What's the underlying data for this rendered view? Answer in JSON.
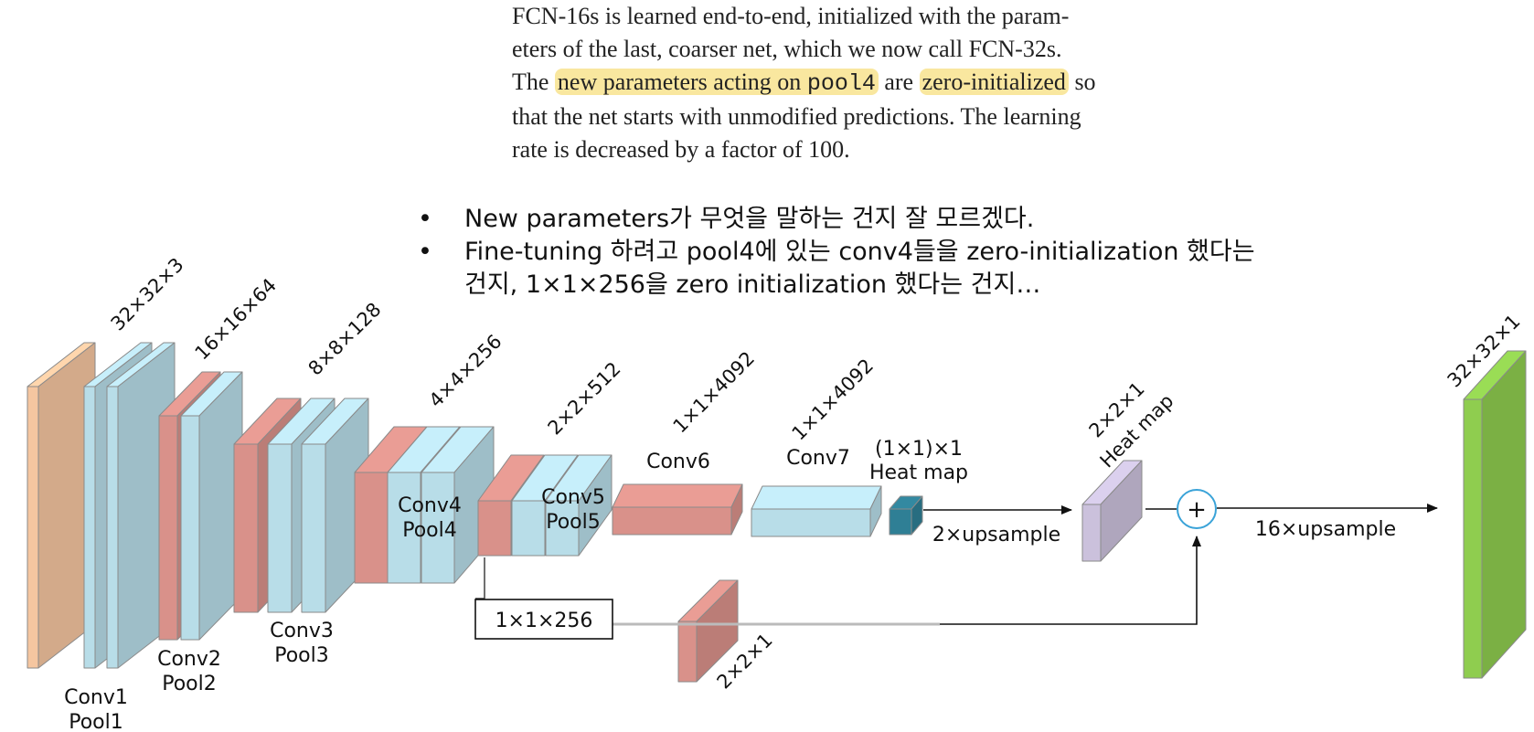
{
  "quote": {
    "line1": "FCN-16s is learned end-to-end, initialized with the param-",
    "line2": "eters of the last, coarser net, which we now call FCN-32s.",
    "line3_pre": "The",
    "line3_hl1": "new parameters acting on",
    "line3_code": "pool4",
    "line3_mid": "are",
    "line3_hl2": "zero-initialized",
    "line3_post": "so",
    "line4": "that the net starts with unmodified predictions. The learning",
    "line5": "rate is decreased by a factor of 100."
  },
  "bullets": {
    "marker": "•",
    "b1": "New parameters가 무엇을 말하는 건지 잘 모르겠다.",
    "b2_line1": "Fine-tuning 하려고 pool4에 있는 conv4들을 zero-initialization 했다는",
    "b2_line2": "건지, 1×1×256을 zero initialization 했다는 건지…"
  },
  "diagram": {
    "dims": {
      "d1": "32×32×3",
      "d2": "16×16×64",
      "d3": "8×8×128",
      "d4": "4×4×256",
      "d5": "2×2×512",
      "d6": "1×1×4092",
      "d7": "1×1×4092",
      "d_heat2": "2×2×1",
      "d_out": "32×32×1",
      "d_skip": "2×2×1"
    },
    "labels": {
      "conv1": "Conv1",
      "pool1": "Pool1",
      "conv2": "Conv2",
      "pool2": "Pool2",
      "conv3": "Conv3",
      "pool3": "Pool3",
      "conv4": "Conv4",
      "pool4": "Pool4",
      "conv5": "Conv5",
      "pool5": "Pool5",
      "conv6": "Conv6",
      "conv7": "Conv7",
      "heat1_a": "(1×1)×1",
      "heat1_b": "Heat map",
      "heat2": "Heat map",
      "up2": "2×upsample",
      "up16": "16×upsample",
      "skip_box": "1×1×256",
      "plus": "+"
    },
    "colors": {
      "input": "#f5c6a0",
      "conv": "#b8dde8",
      "pool": "#d9918a",
      "heat": "#2f7f95",
      "heatmap2": "#cbc1dc",
      "output": "#8fcd4f",
      "plus_ring": "#3aa3d8",
      "skip_line": "#bbbbbb"
    }
  }
}
